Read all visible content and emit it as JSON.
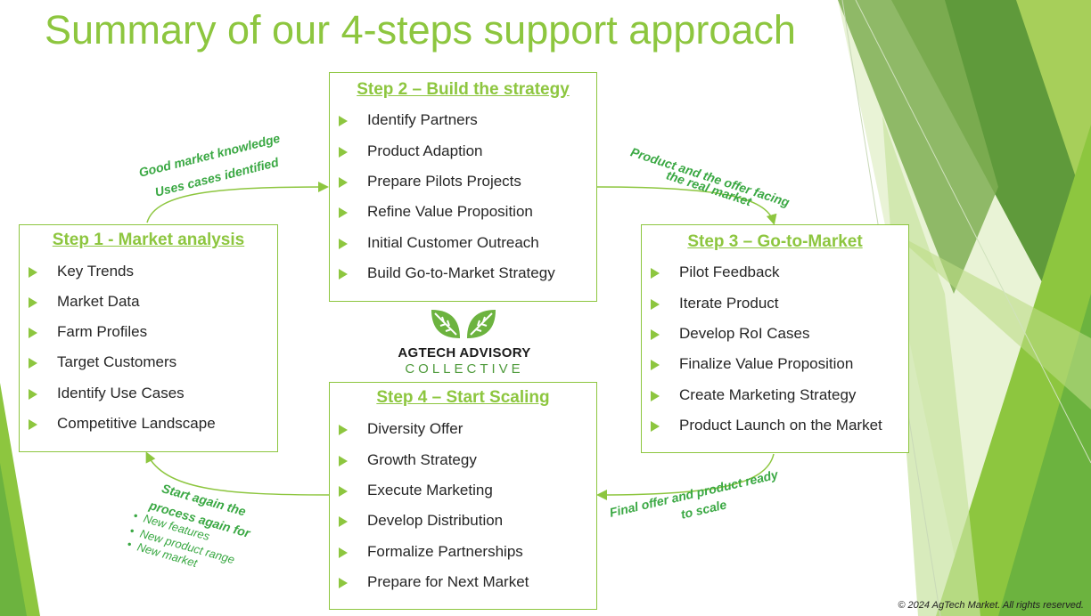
{
  "title": "Summary of our 4-steps support approach",
  "steps": [
    {
      "title": "Step 1 - Market analysis",
      "items": [
        "Key Trends",
        "Market Data",
        "Farm Profiles",
        "Target Customers",
        "Identify Use Cases",
        "Competitive Landscape"
      ]
    },
    {
      "title": "Step 2 – Build the strategy",
      "items": [
        "Identify Partners",
        "Product Adaption",
        "Prepare Pilots Projects",
        "Refine Value Proposition",
        "Initial Customer Outreach",
        "Build Go-to-Market Strategy"
      ]
    },
    {
      "title": "Step 3 – Go-to-Market",
      "items": [
        "Pilot Feedback",
        "Iterate Product",
        "Develop RoI Cases",
        "Finalize Value Proposition",
        "Create Marketing Strategy",
        "Product Launch on the Market"
      ]
    },
    {
      "title": "Step 4 – Start Scaling",
      "items": [
        "Diversity Offer",
        "Growth Strategy",
        "Execute Marketing",
        "Develop Distribution",
        "Formalize Partnerships",
        "Prepare for Next Market"
      ]
    }
  ],
  "transitions": {
    "t1_line1": "Good market knowledge",
    "t1_line2": "Uses cases identified",
    "t2_line1": "Product and the offer facing",
    "t2_line2": "the real market",
    "t3_line1": "Final offer and product ready",
    "t3_line2": "to scale",
    "t4_line1": "Start again the",
    "t4_line2": "process again for",
    "t4_bullets": [
      "New features",
      "New product range",
      "New market"
    ]
  },
  "logo": {
    "line1": "AGTECH ADVISORY",
    "line2": "COLLECTIVE"
  },
  "footer": "© 2024 AgTech Market. All rights reserved.",
  "colors": {
    "accent": "#8dc63f",
    "note_green": "#3aa843",
    "text": "#262626"
  }
}
